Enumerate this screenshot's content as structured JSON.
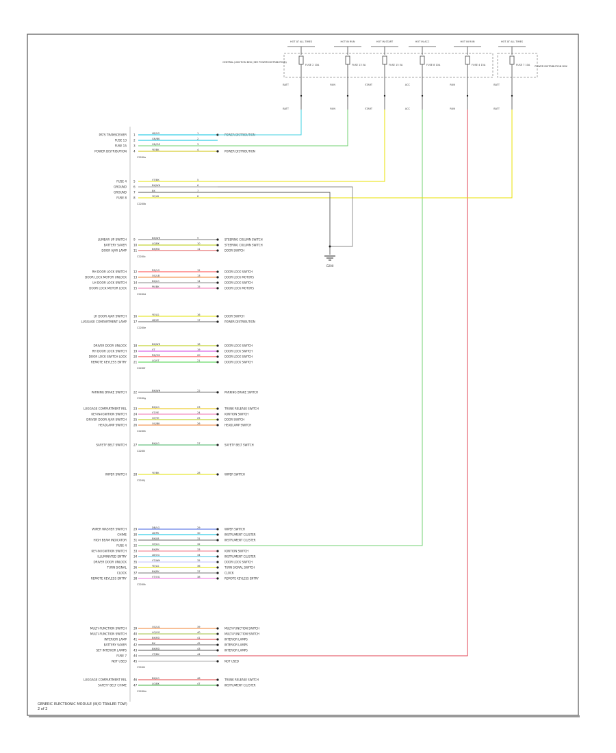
{
  "colors": {
    "frame": "#555555",
    "wire_default": "#444444",
    "label_text": "#333333",
    "connector_pin": "#222222"
  },
  "top_fuses": [
    {
      "label": "HOT AT ALL TIMES",
      "fuse": "FUSE 2 10A",
      "circuit": "BATT"
    },
    {
      "label": "HOT IN RUN",
      "fuse": "FUSE 13 5A",
      "circuit": "RUN"
    },
    {
      "label": "HOT IN START",
      "fuse": "FUSE 15 5A",
      "circuit": "START"
    },
    {
      "label": "HOT IN ACC",
      "fuse": "FUSE 8 10A",
      "circuit": "ACC"
    },
    {
      "label": "HOT IN RUN",
      "fuse": "FUSE 4 15A",
      "circuit": "RUN"
    },
    {
      "label": "HOT AT ALL TIMES",
      "fuse": "FUSE 7 10A",
      "circuit": "BATT"
    }
  ],
  "junction_boxes": [
    {
      "label": "CENTRAL JUNCTION BOX (SEE POWER DISTRIBUTION)"
    },
    {
      "label": "POWER DISTRIBUTION BOX"
    }
  ],
  "ground_label": "G200",
  "footer": {
    "title": "GENERIC ELECTRONIC MODULE (W/O TRAILER TOW)",
    "subtitle": "2 of 2"
  },
  "connector_groups": [
    {
      "name": "C2280a",
      "rows": [
        {
          "pin": "1",
          "signal": "PATS TRANSCEIVER",
          "color": "LB/OG",
          "circuit": "1",
          "dest": "POWER DISTRIBUTION",
          "wire": "#00c0e0"
        },
        {
          "pin": "2",
          "signal": "FUSE 13",
          "color": "GN/BK",
          "circuit": "2",
          "dest": "",
          "wire": "#00c0e0"
        },
        {
          "pin": "3",
          "signal": "FUSE 15",
          "color": "GN/OG",
          "circuit": "3",
          "dest": "",
          "wire": "#6cd06c"
        },
        {
          "pin": "4",
          "signal": "POWER DISTRIBUTION",
          "color": "YE/BK",
          "circuit": "4",
          "dest": "POWER DISTRIBUTION",
          "wire": "#ccc000"
        }
      ]
    },
    {
      "name": "C2280b",
      "rows": [
        {
          "pin": "5",
          "signal": "FUSE 4",
          "color": "VT/BK",
          "circuit": "5",
          "dest": "",
          "wire": "#e0e000"
        },
        {
          "pin": "6",
          "signal": "GROUND",
          "color": "BK/WH",
          "circuit": "6",
          "dest": "",
          "wire": "#999999"
        },
        {
          "pin": "7",
          "signal": "GROUND",
          "color": "BK",
          "circuit": "7",
          "dest": "",
          "wire": "#555555"
        },
        {
          "pin": "8",
          "signal": "FUSE 8",
          "color": "YE/LB",
          "circuit": "8",
          "dest": "",
          "wire": "#e8e800"
        }
      ]
    },
    {
      "name": "C2280c",
      "rows": [
        {
          "pin": "9",
          "signal": "LUMBAR UP SWITCH",
          "color": "BK/WH",
          "circuit": "9",
          "dest": "STEERING COLUMN SWITCH",
          "wire": "#777777"
        },
        {
          "pin": "10",
          "signal": "BATTERY SAVER",
          "color": "LG/BK",
          "circuit": "10",
          "dest": "STEERING COLUMN SWITCH",
          "wire": "#b5c800"
        },
        {
          "pin": "11",
          "signal": "DOOR AJAR LAMP",
          "color": "BK/RD",
          "circuit": "11",
          "dest": "DOOR SWITCH",
          "wire": "#e05050"
        }
      ]
    },
    {
      "name": "C2280d",
      "rows": [
        {
          "pin": "12",
          "signal": "RH DOOR LOCK SWITCH",
          "color": "RD/LG",
          "circuit": "12",
          "dest": "DOOR LOCK SWITCH",
          "wire": "#ff4040"
        },
        {
          "pin": "13",
          "signal": "DOOR LOCK MOTOR UNLOCK",
          "color": "OG/LB",
          "circuit": "13",
          "dest": "DOOR LOCK MOTORS",
          "wire": "#f08030"
        },
        {
          "pin": "14",
          "signal": "LH DOOR LOCK SWITCH",
          "color": "BK/LG",
          "circuit": "14",
          "dest": "DOOR LOCK SWITCH",
          "wire": "#888888"
        },
        {
          "pin": "15",
          "signal": "DOOR LOCK MOTOR LOCK",
          "color": "PK/BK",
          "circuit": "15",
          "dest": "DOOR LOCK MOTORS",
          "wire": "#f070b0"
        }
      ]
    },
    {
      "name": "C2280e",
      "rows": [
        {
          "pin": "16",
          "signal": "LH DOOR AJAR SWITCH",
          "color": "YE/LG",
          "circuit": "16",
          "dest": "DOOR SWITCH",
          "wire": "#e0e000"
        },
        {
          "pin": "17",
          "signal": "LUGGAGE COMPARTMENT LAMP",
          "color": "LB/YE",
          "circuit": "17",
          "dest": "POWER DISTRIBUTION",
          "wire": "#666666"
        }
      ]
    },
    {
      "name": "C2280f",
      "rows": [
        {
          "pin": "18",
          "signal": "DRIVER DOOR UNLOCK",
          "color": "BK/WH",
          "circuit": "18",
          "dest": "DOOR LOCK SWITCH",
          "wire": "#b5c800"
        },
        {
          "pin": "19",
          "signal": "RH DOOR LOCK SWITCH",
          "color": "VT",
          "circuit": "19",
          "dest": "DOOR LOCK SWITCH",
          "wire": "#d040e0"
        },
        {
          "pin": "20",
          "signal": "DOOR LOCK SWITCH LOCK",
          "color": "RD/OG",
          "circuit": "20",
          "dest": "DOOR LOCK SWITCH",
          "wire": "#ff3030"
        },
        {
          "pin": "21",
          "signal": "REMOTE KEYLESS ENTRY",
          "color": "LG/VT",
          "circuit": "21",
          "dest": "DOOR LOCK SWITCH",
          "wire": "#40d040"
        }
      ]
    },
    {
      "name": "C2280g",
      "rows": [
        {
          "pin": "22",
          "signal": "PARKING BRAKE SWITCH",
          "color": "BK/WH",
          "circuit": "22",
          "dest": "PARKING BRAKE SWITCH",
          "wire": "#777777"
        }
      ]
    },
    {
      "name": "C2280h",
      "rows": [
        {
          "pin": "23",
          "signal": "LUGGAGE COMPARTMENT REL",
          "color": "BK/LG",
          "circuit": "23",
          "dest": "TRUNK RELEASE SWITCH",
          "wire": "#e8c000"
        },
        {
          "pin": "24",
          "signal": "KEY-IN-IGNITION SWITCH",
          "color": "VT/YE",
          "circuit": "24",
          "dest": "IGNITION SWITCH",
          "wire": "#f070b0"
        },
        {
          "pin": "25",
          "signal": "DRIVER DOOR AJAR SWITCH",
          "color": "GY/YE",
          "circuit": "25",
          "dest": "DOOR SWITCH",
          "wire": "#b5c800"
        },
        {
          "pin": "26",
          "signal": "HEADLAMP SWITCH",
          "color": "OG/BK",
          "circuit": "26",
          "dest": "HEADLAMP SWITCH",
          "wire": "#f08030"
        }
      ]
    },
    {
      "name": "C2280i",
      "rows": [
        {
          "pin": "27",
          "signal": "SAFETY BELT SWITCH",
          "color": "BK/LG",
          "circuit": "27",
          "dest": "SAFETY BELT SWITCH",
          "wire": "#40b060"
        }
      ]
    },
    {
      "name": "C2280j",
      "rows": [
        {
          "pin": "28",
          "signal": "WIPER SWITCH",
          "color": "YE/BK",
          "circuit": "28",
          "dest": "WIPER SWITCH",
          "wire": "#e0e000"
        }
      ]
    },
    {
      "name": "C2280k",
      "rows": [
        {
          "pin": "29",
          "signal": "WIPER WASHER SWITCH",
          "color": "DB/LG",
          "circuit": "29",
          "dest": "WIPER SWITCH",
          "wire": "#4060e0"
        },
        {
          "pin": "30",
          "signal": "CHIME",
          "color": "LB/PK",
          "circuit": "30",
          "dest": "INSTRUMENT CLUSTER",
          "wire": "#00c0e0"
        },
        {
          "pin": "31",
          "signal": "HIGH BEAM INDICATOR",
          "color": "BK/LB",
          "circuit": "31",
          "dest": "INSTRUMENT CLUSTER",
          "wire": "#666666"
        },
        {
          "pin": "32",
          "signal": "FUSE 4",
          "color": "GY/LG",
          "circuit": "32",
          "dest": "",
          "wire": "#70d070"
        },
        {
          "pin": "33",
          "signal": "KEY-IN IGNITION SWITCH",
          "color": "BK/PK",
          "circuit": "33",
          "dest": "IGNITION SWITCH",
          "wire": "#f07080"
        },
        {
          "pin": "34",
          "signal": "ILLUMINATED ENTRY",
          "color": "LB/OG",
          "circuit": "34",
          "dest": "INSTRUMENT CLUSTER",
          "wire": "#40c0e0"
        },
        {
          "pin": "35",
          "signal": "DRIVER DOOR UNLOCK",
          "color": "VT/WH",
          "circuit": "35",
          "dest": "DOOR LOCK SWITCH",
          "wire": "#c0c0ff"
        },
        {
          "pin": "36",
          "signal": "TURN SIGNAL",
          "color": "YE/LG",
          "circuit": "36",
          "dest": "TURN SIGNAL SWITCH",
          "wire": "#e0e000"
        },
        {
          "pin": "37",
          "signal": "CLOCK",
          "color": "BK/PK",
          "circuit": "37",
          "dest": "CLOCK",
          "wire": "#777777"
        },
        {
          "pin": "38",
          "signal": "REMOTE KEYLESS ENTRY",
          "color": "VT/OG",
          "circuit": "38",
          "dest": "REMOTE KEYLESS ENTRY",
          "wire": "#f070e0"
        }
      ]
    },
    {
      "name": "C2280l",
      "rows": [
        {
          "pin": "39",
          "signal": "MULTI-FUNCTION SWITCH",
          "color": "OG/LG",
          "circuit": "39",
          "dest": "MULTI-FUNCTION SWITCH",
          "wire": "#f08030"
        },
        {
          "pin": "40",
          "signal": "MULTI-FUNCTION SWITCH",
          "color": "LG/OG",
          "circuit": "40",
          "dest": "MULTI-FUNCTION SWITCH",
          "wire": "#a0c040"
        },
        {
          "pin": "41",
          "signal": "INTERIOR LAMP",
          "color": "BK/RD",
          "circuit": "41",
          "dest": "INTERIOR LAMPS",
          "wire": "#e04040"
        },
        {
          "pin": "42",
          "signal": "BATTERY SAVER",
          "color": "BK",
          "circuit": "42",
          "dest": "INTERIOR LAMPS",
          "wire": "#666666"
        },
        {
          "pin": "43",
          "signal": "SET INTERIOR LAMPS",
          "color": "BK/RD",
          "circuit": "43",
          "dest": "INTERIOR LAMPS",
          "wire": "#555555"
        },
        {
          "pin": "44",
          "signal": "FUSE 7",
          "color": "VT/BK",
          "circuit": "44",
          "dest": "",
          "wire": "#888888"
        },
        {
          "pin": "45",
          "signal": "NOT USED",
          "color": "",
          "circuit": "",
          "dest": "NOT USED",
          "wire": "#aaaaaa"
        }
      ]
    },
    {
      "name": "C2280m",
      "rows": [
        {
          "pin": "46",
          "signal": "LUGGAGE COMPARTMENT REL",
          "color": "BK/LG",
          "circuit": "46",
          "dest": "TRUNK RELEASE SWITCH",
          "wire": "#e04040"
        },
        {
          "pin": "47",
          "signal": "SAFETY BELT CHIME",
          "color": "LG/BK",
          "circuit": "47",
          "dest": "INSTRUMENT CLUSTER",
          "wire": "#40b040"
        }
      ]
    }
  ]
}
